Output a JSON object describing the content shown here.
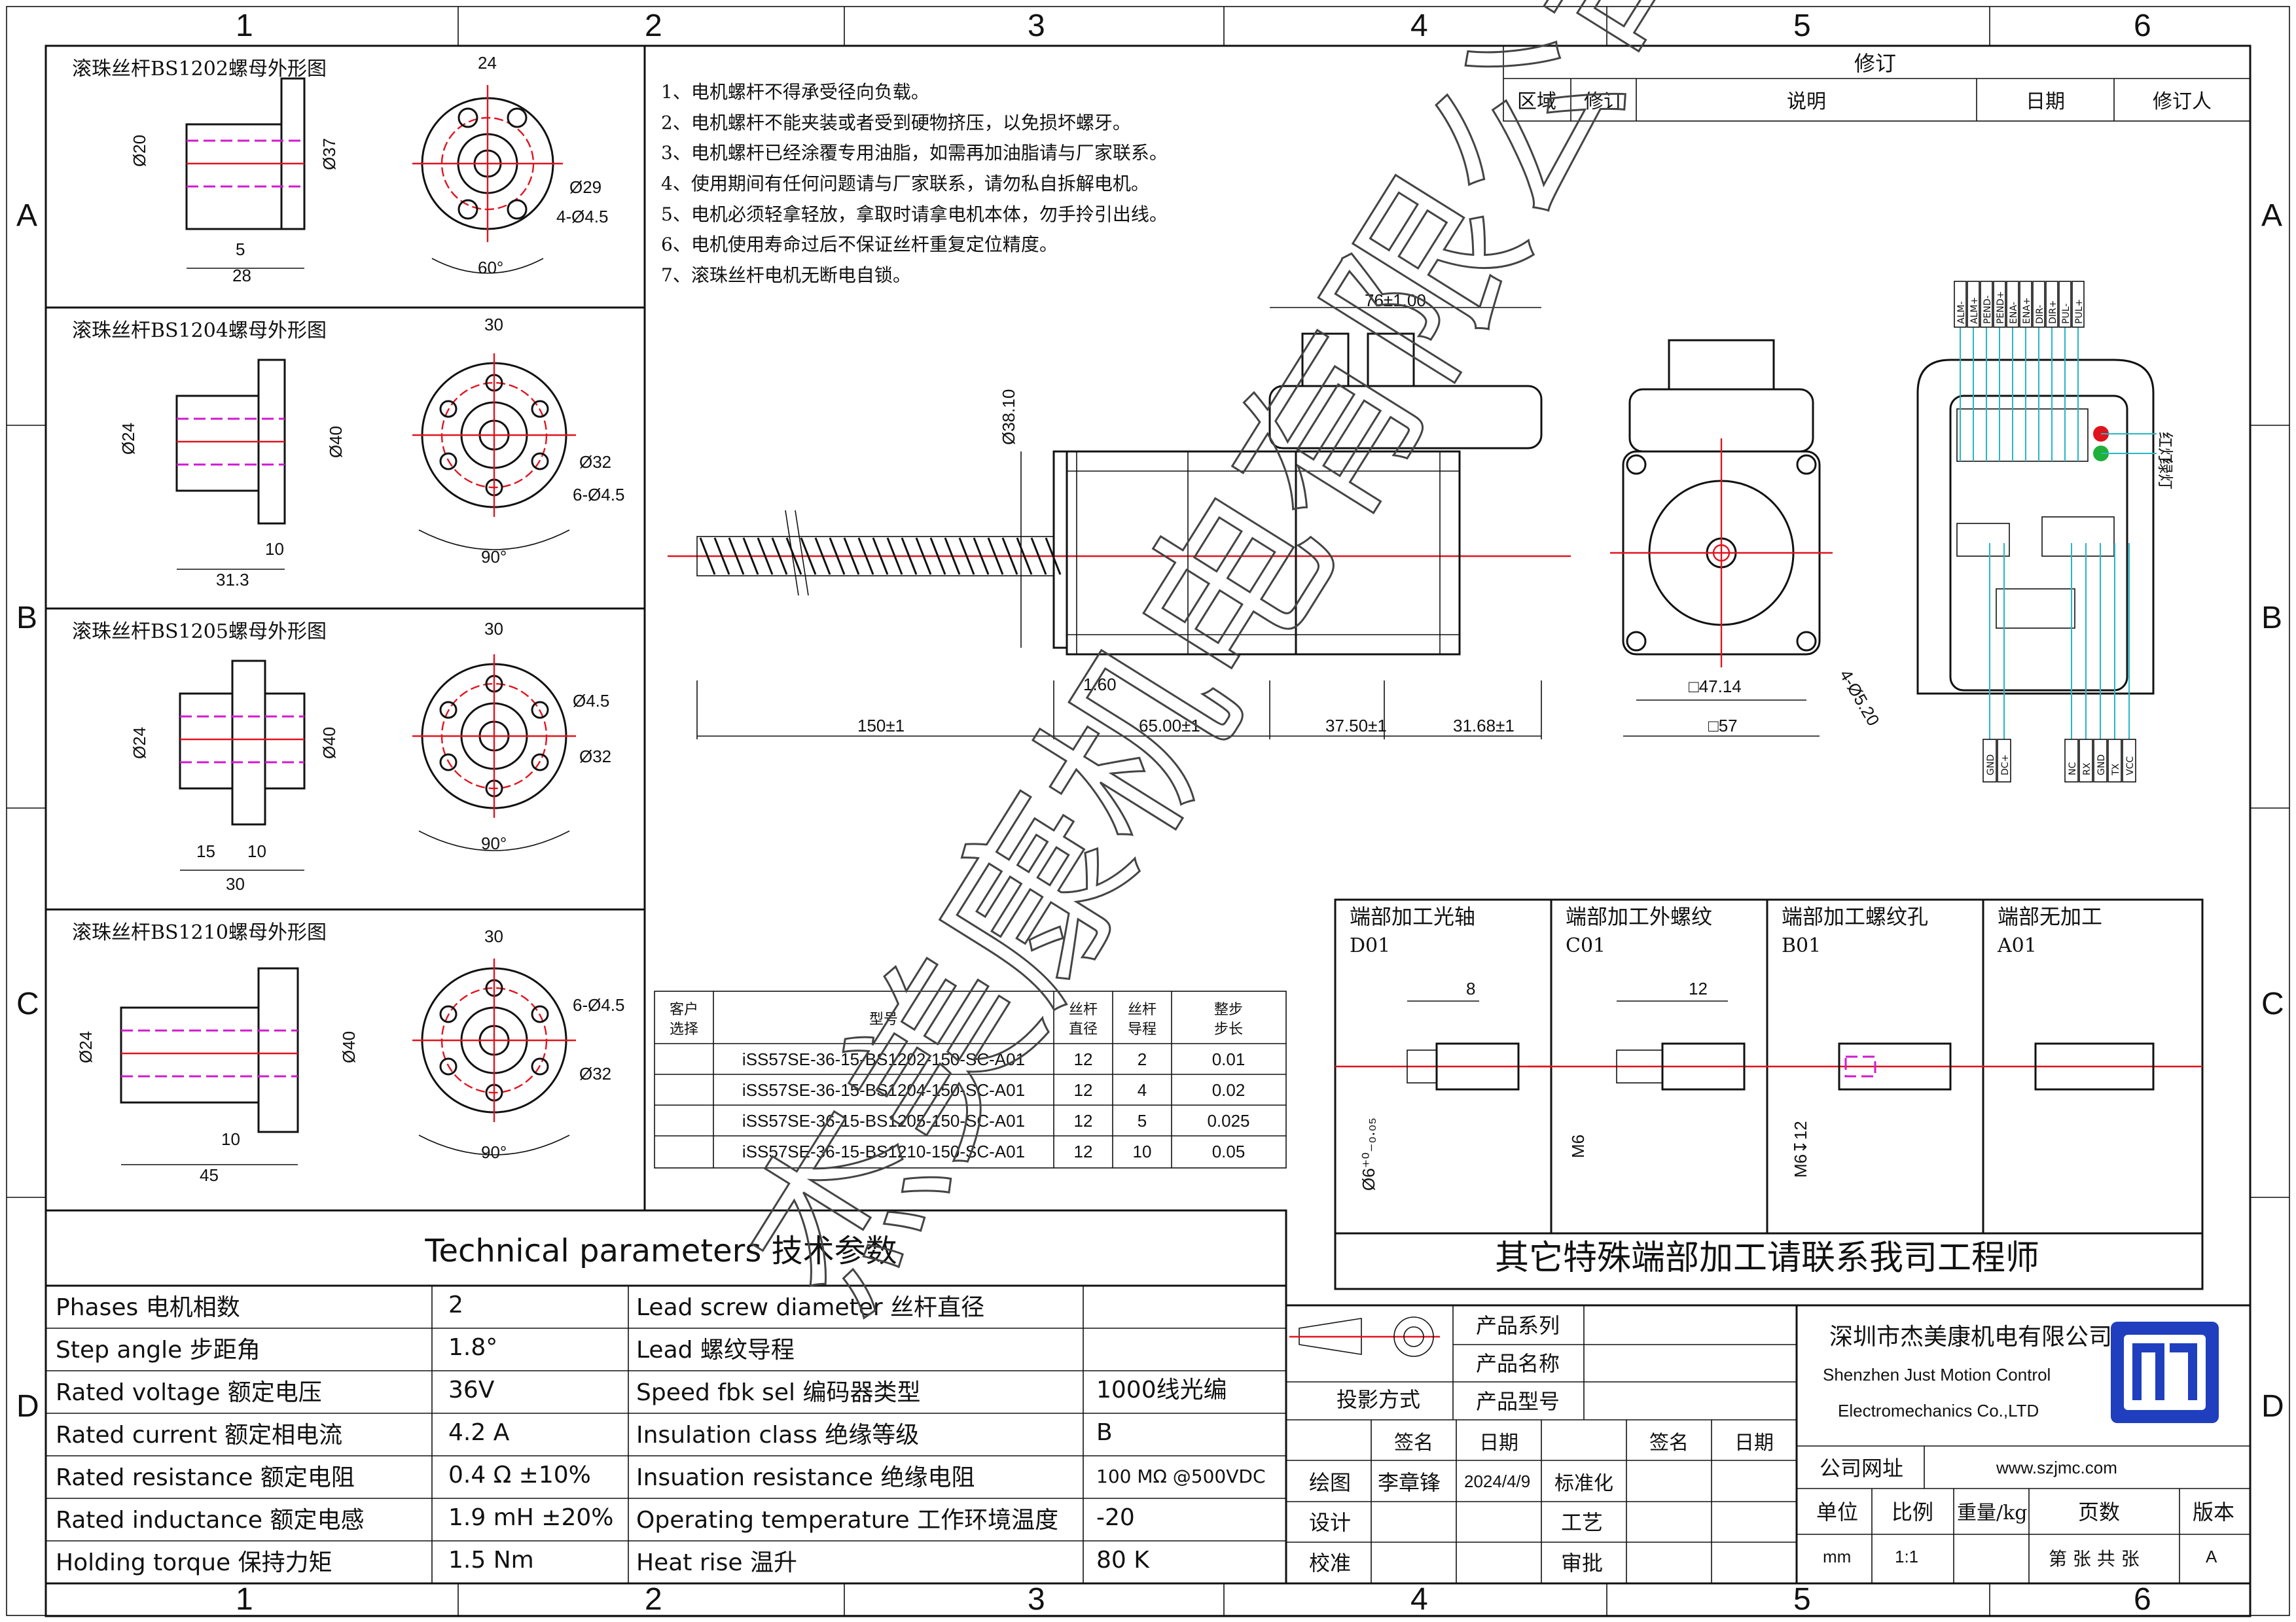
{
  "grid": {
    "cols": [
      "1",
      "2",
      "3",
      "4",
      "5",
      "6"
    ],
    "rows": [
      "A",
      "B",
      "C",
      "D"
    ]
  },
  "revision_block": {
    "title": "修订",
    "headers": [
      "区域",
      "修订",
      "说明",
      "日期",
      "修订人"
    ]
  },
  "notes": [
    "1、电机螺杆不得承受径向负载。",
    "2、电机螺杆不能夹装或者受到硬物挤压，以免损坏螺牙。",
    "3、电机螺杆已经涂覆专用油脂，如需再加油脂请与厂家联系。",
    "4、使用期间有任何问题请与厂家联系，请勿私自拆解电机。",
    "5、电机必须轻拿轻放，拿取时请拿电机本体，勿手拎引出线。",
    "6、电机使用寿命过后不保证丝杆重复定位精度。",
    "7、滚珠丝杆电机无断电自锁。"
  ],
  "nut_panels": [
    {
      "title": "滚珠丝杆BS1202螺母外形图",
      "dims": {
        "flange_d": "Ø37",
        "body_d": "Ø20",
        "top": "24",
        "bottom": "28",
        "step": "5",
        "pcd": "Ø29",
        "holes": "4-Ø4.5",
        "angle": "60°"
      }
    },
    {
      "title": "滚珠丝杆BS1204螺母外形图",
      "dims": {
        "flange_d": "Ø40",
        "body_d": "Ø24",
        "top": "30",
        "bottom": "31.3",
        "step": "10",
        "pcd": "Ø32",
        "holes": "6-Ø4.5",
        "angle": "90°"
      }
    },
    {
      "title": "滚珠丝杆BS1205螺母外形图",
      "dims": {
        "flange_d": "Ø40",
        "body_d": "Ø24",
        "top": "30",
        "bottom": "30",
        "step": "15",
        "step2": "10",
        "pcd": "Ø32",
        "holes": "Ø4.5",
        "angle": "90°"
      }
    },
    {
      "title": "滚珠丝杆BS1210螺母外形图",
      "dims": {
        "flange_d": "Ø40",
        "body_d": "Ø24",
        "top": "30",
        "bottom": "45",
        "step": "10",
        "pcd": "Ø32",
        "holes": "6-Ø4.5",
        "angle": "90°"
      }
    }
  ],
  "motor_dims": {
    "driver_width": "76±1.00",
    "screw_dia": "Ø38.10",
    "flange_thk": "1.60",
    "screw_len": "150±1",
    "body_len": "65.00±1",
    "driver_len": "37.50±1",
    "rear_len": "31.68±1",
    "front_sq": "□47.14",
    "front_outer": "□57",
    "front_holes": "4-Ø5.20"
  },
  "connector": {
    "top_pins": [
      "ALM-",
      "ALM+",
      "PEND-",
      "PEND+",
      "ENA-",
      "ENA+",
      "DIR-",
      "DIR+",
      "PUL-",
      "PUL+"
    ],
    "leds": [
      "红灯",
      "绿灯"
    ],
    "bottom_left": [
      "GND",
      "DC+"
    ],
    "bottom_right": [
      "NC",
      "RX",
      "GND",
      "TX",
      "VCC"
    ]
  },
  "model_table": {
    "headers": [
      "客户\n选择",
      "型号",
      "丝杆\n直径",
      "丝杆\n导程",
      "整步\n步长"
    ],
    "rows": [
      [
        "",
        "iSS57SE-36-15-BS1202-150-SC-A01",
        "12",
        "2",
        "0.01"
      ],
      [
        "",
        "iSS57SE-36-15-BS1204-150-SC-A01",
        "12",
        "4",
        "0.02"
      ],
      [
        "",
        "iSS57SE-36-15-BS1205-150-SC-A01",
        "12",
        "5",
        "0.025"
      ],
      [
        "",
        "iSS57SE-36-15-BS1210-150-SC-A01",
        "12",
        "10",
        "0.05"
      ]
    ]
  },
  "end_processing": {
    "panels": [
      {
        "title": "端部加工光轴",
        "code": "D01",
        "dim_top": "8",
        "dim_side": "Ø6⁺⁰₋₀.₀₅"
      },
      {
        "title": "端部加工外螺纹",
        "code": "C01",
        "dim_top": "12",
        "dim_side": "M6"
      },
      {
        "title": "端部加工螺纹孔",
        "code": "B01",
        "dim_top": "",
        "dim_side": "M6↧12"
      },
      {
        "title": "端部无加工",
        "code": "A01",
        "dim_top": "",
        "dim_side": ""
      }
    ],
    "footer": "其它特殊端部加工请联系我司工程师"
  },
  "tech": {
    "title": "Technical parameters 技术参数",
    "rows": [
      [
        "Phases 电机相数",
        "2",
        "Lead screw diameter 丝杆直径",
        ""
      ],
      [
        "Step angle 步距角",
        "1.8°",
        "Lead 螺纹导程",
        ""
      ],
      [
        "Rated voltage 额定电压",
        "36V",
        "Speed fbk sel  编码器类型",
        "1000线光编"
      ],
      [
        "Rated current 额定相电流",
        "4.2 A",
        "Insulation class 绝缘等级",
        "B"
      ],
      [
        "Rated resistance 额定电阻",
        "0.4 Ω  ±10%",
        "Insuation resistance 绝缘电阻",
        "100 MΩ @500VDC"
      ],
      [
        "Rated inductance 额定电感",
        "1.9 mH ±20%",
        "Operating temperature 工作环境温度",
        "-20"
      ],
      [
        "Holding torque 保持力矩",
        "1.5 Nm",
        "Heat rise 温升",
        "80 K"
      ]
    ]
  },
  "title_block": {
    "projection": "投影方式",
    "series": "产品系列",
    "name": "产品名称",
    "model": "产品型号",
    "sign": "签名",
    "date": "日期",
    "draw": "绘图",
    "drawer": "李章锋",
    "draw_date": "2024/4/9",
    "design": "设计",
    "check": "校准",
    "standard": "标准化",
    "process": "工艺",
    "approve": "审批",
    "sign2": "签名",
    "date2": "日期",
    "company_cn": "深圳市杰美康机电有限公司",
    "company_en1": "Shenzhen Just Motion Control",
    "company_en2": "Electromechanics Co.,LTD",
    "website_label": "公司网址",
    "website": "www.szjmc.com",
    "unit": "单位",
    "scale": "比例",
    "weight": "重量/kg",
    "pages": "页数",
    "version": "版本",
    "unit_v": "mm",
    "scale_v": "1:1",
    "pages_v": "第 张 共 张",
    "version_v": "A"
  },
  "watermark": "杰美康机电有限公司",
  "colors": {
    "red": "#e0141e",
    "magenta": "#d01ad0",
    "cyan": "#27b7c7",
    "logo": "#1f3fbf"
  }
}
